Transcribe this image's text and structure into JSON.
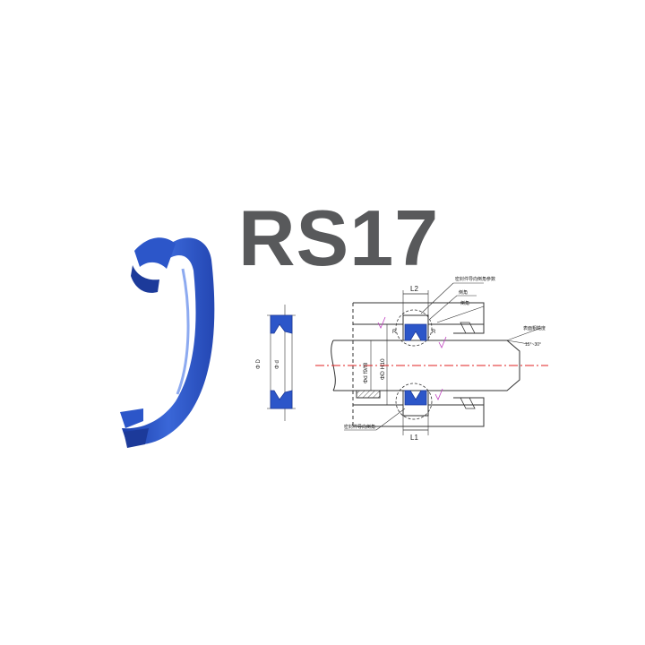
{
  "product": {
    "model": "RS17"
  },
  "drawing": {
    "section_labels": {
      "outer": "Φ D",
      "inner": "Φ d"
    },
    "install": {
      "dim_top": "L2",
      "dim_bottom": "L1",
      "shaft_fit": "Φd f9/f8",
      "bore_fit": "ΦD H10",
      "radius_label": "R",
      "callout_top_1": "密封件导向倒角参数",
      "callout_top_2": "倒角",
      "callout_top_3": "倒角",
      "callout_right": "表面粗糙度",
      "callout_bottom": "密封件导向倒角",
      "angle_label": "15°~30°"
    }
  },
  "colors": {
    "seal_blue": "#2c56c9",
    "seal_blue_dark": "#1c3a9a",
    "centerline": "#e02020",
    "title_grey": "#58595b",
    "line": "#333333"
  }
}
